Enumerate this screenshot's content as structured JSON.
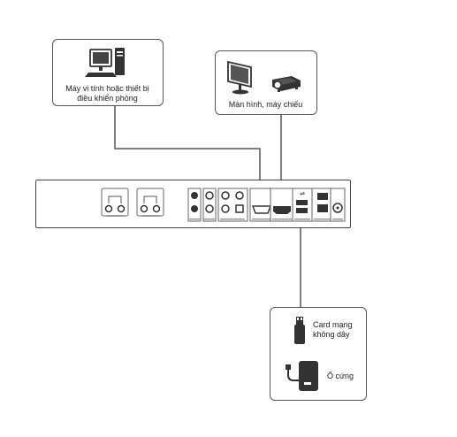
{
  "devices": {
    "computer": {
      "icon": "computer-icon",
      "label_line1": "Máy vi tính hoặc thiết bị",
      "label_line2": "điều khiển phòng"
    },
    "display": {
      "monitor_icon": "monitor-icon",
      "projector_icon": "projector-icon",
      "label": "Màn hình, máy chiếu"
    },
    "accessories": {
      "wifi": {
        "icon": "wifi-adapter-icon",
        "label_line1": "Card mạng",
        "label_line2": "không dây"
      },
      "storage": {
        "icon": "hard-drive-icon",
        "label": "Ổ cứng"
      }
    }
  },
  "ports": [
    "mic-in-port",
    "line-out-port",
    "audio-in-port",
    "audio-out-port",
    "optical-port",
    "vga-port",
    "hdmi-port",
    "usb-port",
    "lan-port",
    "power-port"
  ]
}
